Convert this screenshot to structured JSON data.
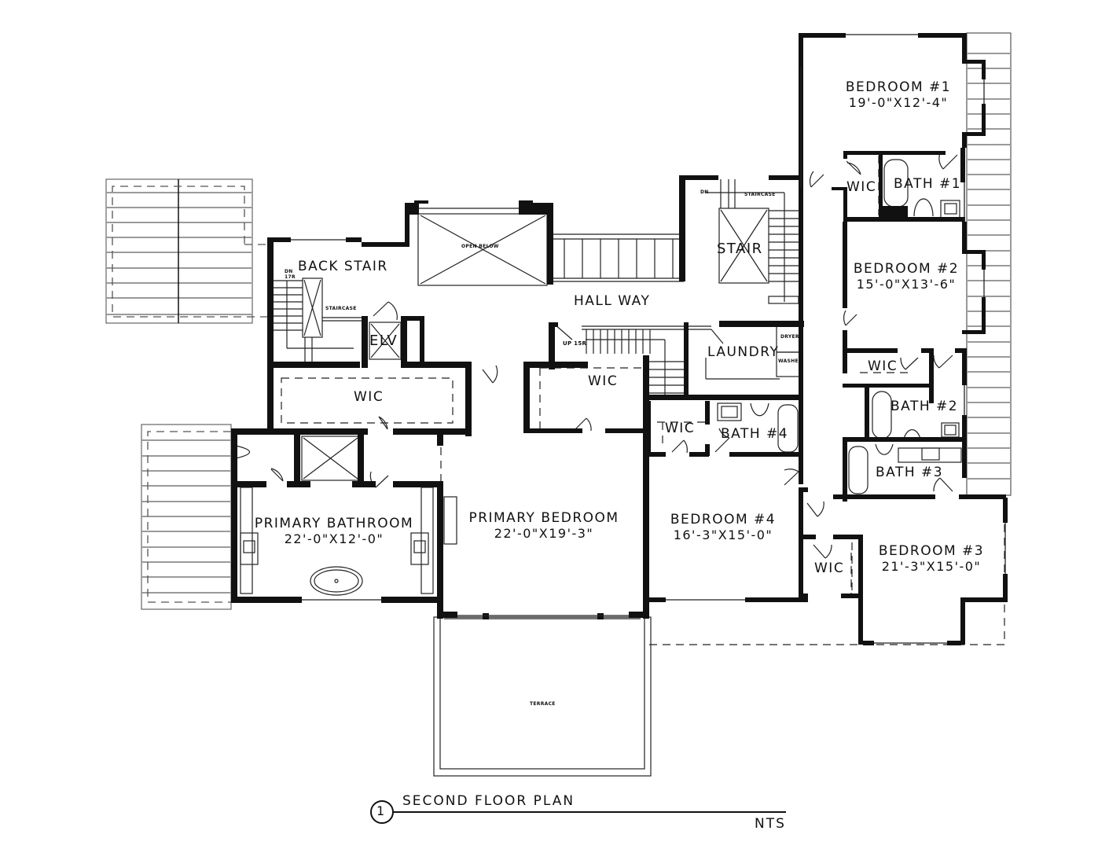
{
  "drawing": {
    "title": "SECOND FLOOR PLAN",
    "number": "1",
    "scale": "NTS"
  },
  "rooms": {
    "bedroom1": {
      "name": "BEDROOM #1",
      "dims": "19'-0\"X12'-4\""
    },
    "bath1": {
      "name": "BATH #1"
    },
    "wic_b1": {
      "name": "WIC"
    },
    "bedroom2": {
      "name": "BEDROOM #2",
      "dims": "15'-0\"X13'-6\""
    },
    "wic_b2": {
      "name": "WIC"
    },
    "bath2": {
      "name": "BATH #2"
    },
    "bath3": {
      "name": "BATH #3"
    },
    "bedroom3": {
      "name": "BEDROOM #3",
      "dims": "21'-3\"X15'-0\""
    },
    "wic_b3": {
      "name": "WIC"
    },
    "bedroom4": {
      "name": "BEDROOM #4",
      "dims": "16'-3\"X15'-0\""
    },
    "wic_b4": {
      "name": "WIC"
    },
    "bath4": {
      "name": "BATH #4"
    },
    "laundry": {
      "name": "LAUNDRY",
      "dryer": "DRYER",
      "washer": "WASHER"
    },
    "stair": {
      "name": "STAIR",
      "dn": "DN",
      "staircase": "STAIRCASE"
    },
    "hallway": {
      "name": "HALL WAY"
    },
    "open_below": {
      "name": "OPEN BELOW"
    },
    "back_stair": {
      "name": "BACK STAIR",
      "dn": "DN",
      "risers": "17R",
      "staircase": "STAIRCASE"
    },
    "elevator": {
      "name": "ELV"
    },
    "wic_primary": {
      "name": "WIC"
    },
    "wic_center": {
      "name": "WIC"
    },
    "up_stair": {
      "label": "UP 15R"
    },
    "primary_bedroom": {
      "name": "PRIMARY BEDROOM",
      "dims": "22'-0\"X19'-3\""
    },
    "primary_bathroom": {
      "name": "PRIMARY BATHROOM",
      "dims": "22'-0\"X12'-0\""
    },
    "terrace": {
      "name": "TERRACE"
    }
  },
  "colors": {
    "wall": "#111111",
    "line": "#222222",
    "roof": "#9a9a9a",
    "background": "#ffffff"
  }
}
